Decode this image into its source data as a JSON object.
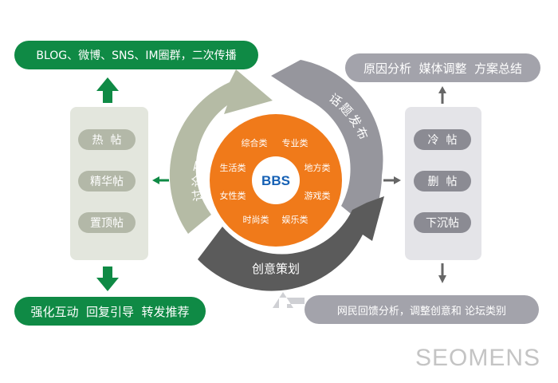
{
  "top_left_banner": "BLOG、微博、SNS、IM圈群，二次传播",
  "bottom_left_banner": "强化互动  回复引导  转发推荐",
  "top_right_banner": "原因分析  媒体调整  方案总结",
  "bottom_right_banner": "网民回馈分析，调整创意和 论坛类别",
  "left_panel_items": [
    "热  帖",
    "精华帖",
    "置顶帖"
  ],
  "right_panel_items": [
    "冷  帖",
    "删  帖",
    "下沉帖"
  ],
  "cycle_labels": {
    "left": "讨论互动",
    "right": "话题发布",
    "bottom": "创意策划"
  },
  "center": {
    "title": "BBS",
    "categories": [
      "综合类",
      "专业类",
      "生活类",
      "地方类",
      "女性类",
      "游戏类",
      "时尚类",
      "娱乐类"
    ]
  },
  "brand": "SEOMENS",
  "colors": {
    "green": "#0f8a45",
    "orange": "#f07a1a",
    "blue": "#1560b4",
    "sage": "#b5bba5",
    "gray_arrow": "#96969d",
    "dark_arrow": "#5b5b5b"
  }
}
